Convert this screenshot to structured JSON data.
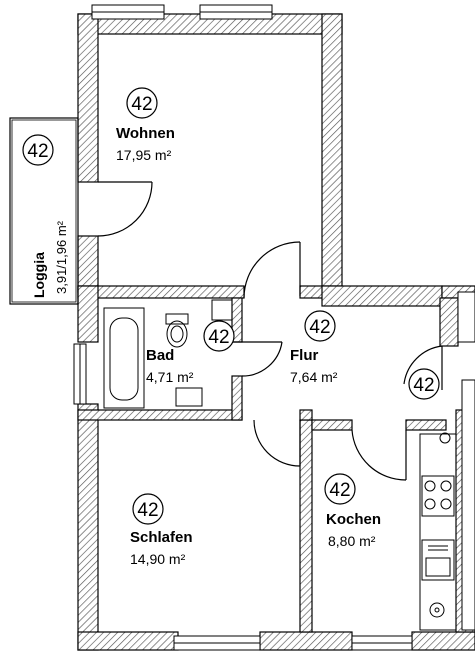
{
  "rooms": {
    "wohnen": {
      "number": "42",
      "name": "Wohnen",
      "area": "17,95 m²"
    },
    "bad": {
      "number": "42",
      "name": "Bad",
      "area": "4,71 m²"
    },
    "flur": {
      "number": "42",
      "name": "Flur",
      "area": "7,64 m²"
    },
    "schlafen": {
      "number": "42",
      "name": "Schlafen",
      "area": "14,90 m²"
    },
    "kochen": {
      "number": "42",
      "name": "Kochen",
      "area": "8,80 m²"
    },
    "loggia": {
      "number": "42",
      "name": "Loggia",
      "area": "3,91/1,96 m²"
    },
    "extra": {
      "number": "42"
    }
  },
  "colors": {
    "ink": "#000000",
    "hatch": "#555555",
    "paper": "#ffffff"
  }
}
